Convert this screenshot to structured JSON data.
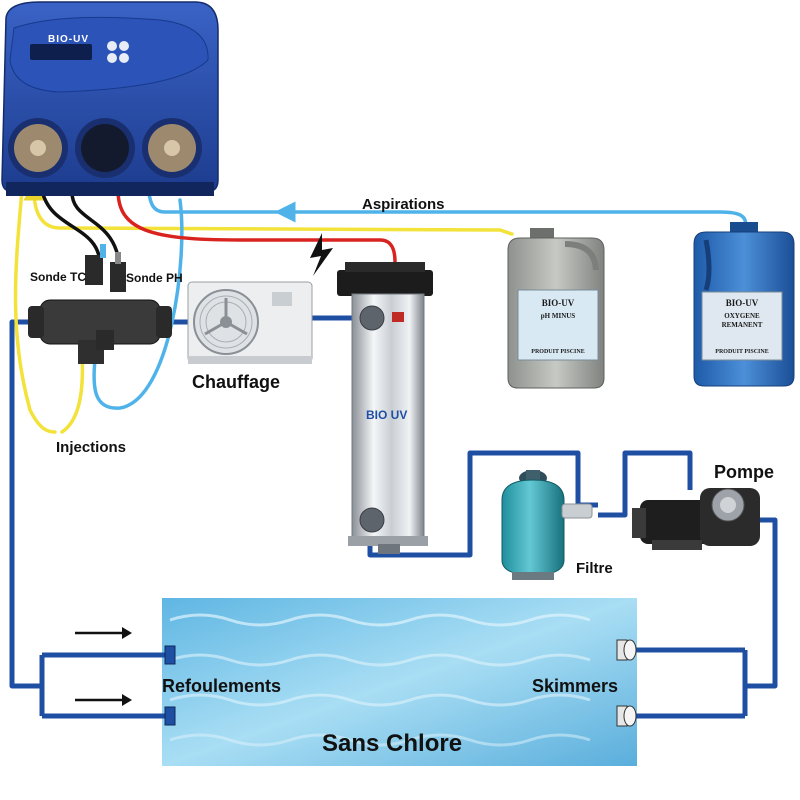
{
  "labels": {
    "aspirations": "Aspirations",
    "sonde_tc": "Sonde TC",
    "sonde_ph": "Sonde PH",
    "chauffage": "Chauffage",
    "injections": "Injections",
    "pompe": "Pompe",
    "filtre": "Filtre",
    "refoulements": "Refoulements",
    "skimmers": "Skimmers",
    "pool": "Sans Chlore"
  },
  "controller": {
    "brand": "BIO-UV"
  },
  "uv_reactor": {
    "brand": "BIO UV"
  },
  "can_ph": {
    "brand": "BIO-UV",
    "product": "pH MINUS",
    "footer": "PRODUIT PISCINE"
  },
  "can_oxygen": {
    "brand": "BIO-UV",
    "product_line1": "OXYGENE",
    "product_line2": "REMANENT",
    "footer": "PRODUIT PISCINE"
  },
  "colors": {
    "pipe_blue": "#1f4fa3",
    "tube_light_blue": "#4fb3ea",
    "tube_yellow": "#f2e23a",
    "tube_red": "#d9231f",
    "tube_black": "#111111",
    "controller_blue": "#2a4fb0",
    "can_blue": "#2f6fc4",
    "pool_water": "#7cc6ea"
  },
  "icons": [
    "lightning-icon",
    "arrow-right-icon",
    "fan-icon"
  ]
}
